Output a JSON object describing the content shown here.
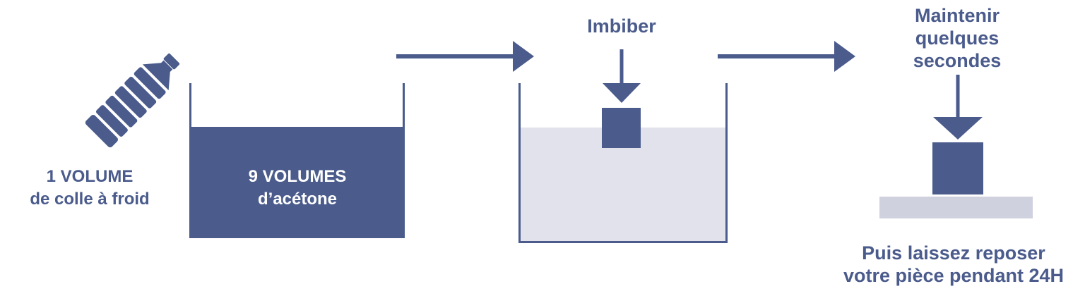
{
  "colors": {
    "primary": "#4a5b8c",
    "liquid_light": "#e1e2eb",
    "surface": "#cfd1df",
    "white": "#ffffff"
  },
  "icons": {
    "bottle": "glue-bottle-icon"
  },
  "step1": {
    "line1": "1 VOLUME",
    "line2": "de colle à froid"
  },
  "step2": {
    "line1": "9 VOLUMES",
    "line2": "d’acétone"
  },
  "step3": {
    "label": "Imbiber"
  },
  "step4": {
    "line1": "Maintenir",
    "line2": "quelques",
    "line3": "secondes"
  },
  "final": {
    "line1": "Puis laissez reposer",
    "line2": "votre pièce pendant 24H"
  }
}
